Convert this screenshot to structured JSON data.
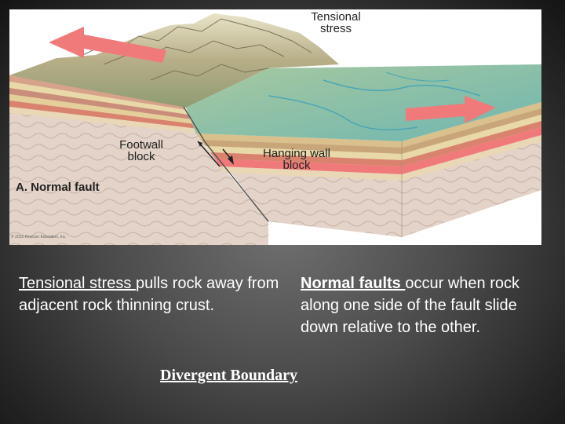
{
  "figure": {
    "tensional_stress_line1": "Tensional",
    "tensional_stress_line2": "stress",
    "footwall_line1": "Footwall",
    "footwall_line2": "block",
    "hanging_wall_line1": "Hanging wall",
    "hanging_wall_line2": "block",
    "fault_title": "A. Normal fault",
    "copyright": "© 2012 Pearson Education, Inc."
  },
  "caption_left": {
    "lead": "Tensional stress ",
    "rest": "pulls rock away from  adjacent rock thinning crust."
  },
  "caption_right": {
    "lead": "Normal faults ",
    "line1_rest": "occur when rock",
    "line2": "along one side of the fault slide",
    "line3": "down relative to the other."
  },
  "footer": {
    "boundary": "Divergent Boundary"
  },
  "colors": {
    "arrow": "#f07a7a",
    "strata_red": "#d9836f",
    "strata_tan": "#d9c08c",
    "bedrock": "#e3d3c8",
    "water": "#7cc0c0"
  }
}
